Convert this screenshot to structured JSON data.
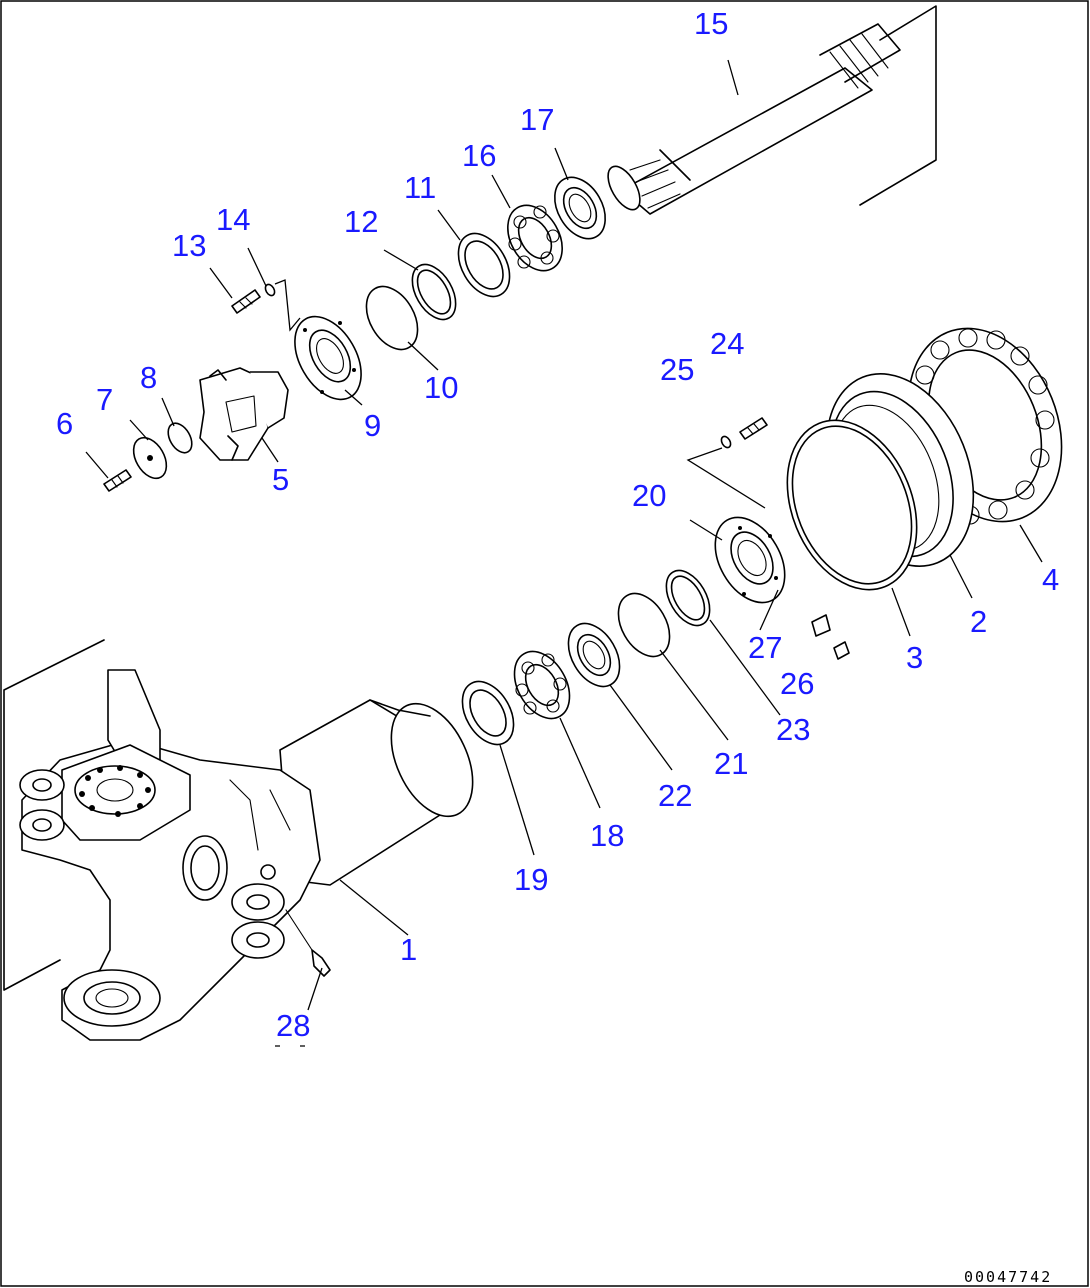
{
  "diagram": {
    "callouts": [
      {
        "id": "1",
        "label": "1"
      },
      {
        "id": "2",
        "label": "2"
      },
      {
        "id": "3",
        "label": "3"
      },
      {
        "id": "4",
        "label": "4"
      },
      {
        "id": "5",
        "label": "5"
      },
      {
        "id": "6",
        "label": "6"
      },
      {
        "id": "7",
        "label": "7"
      },
      {
        "id": "8",
        "label": "8"
      },
      {
        "id": "9",
        "label": "9"
      },
      {
        "id": "10",
        "label": "10"
      },
      {
        "id": "11",
        "label": "11"
      },
      {
        "id": "12",
        "label": "12"
      },
      {
        "id": "13",
        "label": "13"
      },
      {
        "id": "14",
        "label": "14"
      },
      {
        "id": "15",
        "label": "15"
      },
      {
        "id": "16",
        "label": "16"
      },
      {
        "id": "17",
        "label": "17"
      },
      {
        "id": "18",
        "label": "18"
      },
      {
        "id": "19",
        "label": "19"
      },
      {
        "id": "20",
        "label": "20"
      },
      {
        "id": "21",
        "label": "21"
      },
      {
        "id": "22",
        "label": "22"
      },
      {
        "id": "23",
        "label": "23"
      },
      {
        "id": "24",
        "label": "24"
      },
      {
        "id": "25",
        "label": "25"
      },
      {
        "id": "26",
        "label": "26"
      },
      {
        "id": "27",
        "label": "27"
      },
      {
        "id": "28",
        "label": "28"
      }
    ],
    "reference_code": "00047742",
    "colors": {
      "callout": "#1a1aff",
      "line": "#000000",
      "background": "#ffffff"
    }
  }
}
